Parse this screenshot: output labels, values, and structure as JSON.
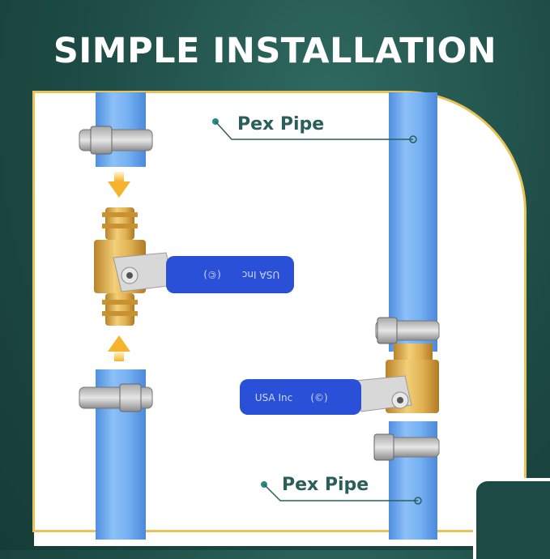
{
  "header": {
    "title": "SIMPLE INSTALLATION"
  },
  "callouts": [
    {
      "label": "Pex Pipe"
    },
    {
      "label": "Pex Pipe"
    }
  ],
  "valve": {
    "handle_text": "USA Inc",
    "handle_mark": "(©)"
  },
  "colors": {
    "background": "#1d4a44",
    "accent_border": "#e9c35a",
    "pipe": "#6aaaf0",
    "handle": "#2a50d8",
    "brass": "#d9a640",
    "label_text": "#2a5e5a"
  }
}
